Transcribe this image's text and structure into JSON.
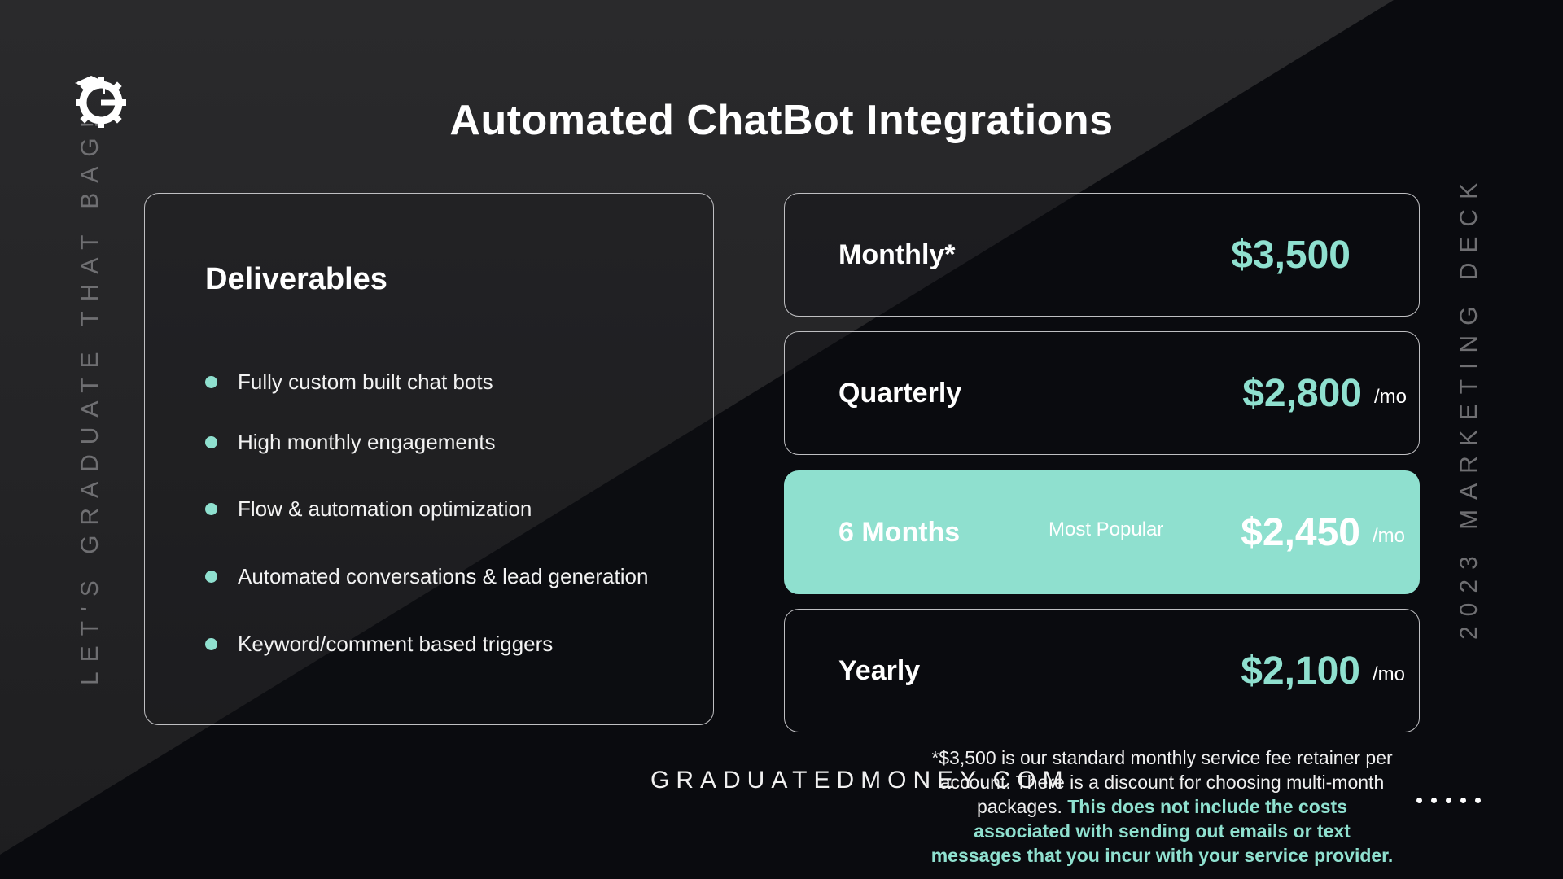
{
  "title": "Automated ChatBot Integrations",
  "side_left": "LET'S GRADUATE THAT BAG!",
  "side_right": "2023 MARKETING DECK",
  "deliverables": {
    "heading": "Deliverables",
    "items": [
      "Fully custom built chat bots",
      "High monthly engagements",
      "Flow & automation optimization",
      "Automated conversations & lead generation",
      "Keyword/comment based triggers"
    ]
  },
  "plans": [
    {
      "name": "Monthly*",
      "price": "$3,500",
      "per": ""
    },
    {
      "name": "Quarterly",
      "price": "$2,800",
      "per": "/mo"
    },
    {
      "name": "6 Months",
      "tag": "Most Popular",
      "price": "$2,450",
      "per": "/mo"
    },
    {
      "name": "Yearly",
      "price": "$2,100",
      "per": "/mo"
    }
  ],
  "website": "GRADUATEDMONEY.COM",
  "footnote": {
    "normal": "*$3,500 is our standard monthly service fee retainer per account. There is a discount for choosing multi-month packages. ",
    "highlight": "This does not include the costs associated with sending out emails or text messages that you incur with your service provider."
  },
  "colors": {
    "accent": "#8fe0cf",
    "background": "#0a0b0f",
    "panel_light": "#2a2a2c"
  },
  "icons": {
    "logo": "graduation-cap-gear-logo",
    "more": "more-dots-icon"
  }
}
